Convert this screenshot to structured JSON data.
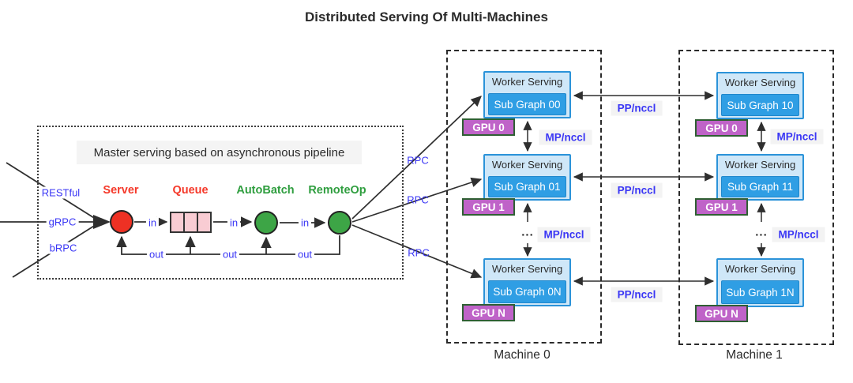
{
  "title": "Distributed Serving Of Multi-Machines",
  "master": {
    "heading": "Master serving based on asynchronous pipeline",
    "inputs": [
      {
        "label": "RESTful"
      },
      {
        "label": "gRPC"
      },
      {
        "label": "bRPC"
      }
    ],
    "nodes": {
      "server": "Server",
      "queue": "Queue",
      "autobatch": "AutoBatch",
      "remoteop": "RemoteOp"
    },
    "port_in": "in",
    "port_out": "out",
    "rpc": "RPC"
  },
  "cluster": {
    "pp_link": "PP/nccl",
    "mp_link": "MP/nccl",
    "ellipsis": "...",
    "machines": [
      {
        "name": "Machine 0",
        "workers": [
          {
            "title": "Worker Serving",
            "subgraph": "Sub Graph 00",
            "gpu": "GPU 0"
          },
          {
            "title": "Worker Serving",
            "subgraph": "Sub Graph 01",
            "gpu": "GPU 1"
          },
          {
            "title": "Worker Serving",
            "subgraph": "Sub Graph 0N",
            "gpu": "GPU N"
          }
        ]
      },
      {
        "name": "Machine 1",
        "workers": [
          {
            "title": "Worker Serving",
            "subgraph": "Sub Graph 10",
            "gpu": "GPU 0"
          },
          {
            "title": "Worker Serving",
            "subgraph": "Sub Graph 11",
            "gpu": "GPU 1"
          },
          {
            "title": "Worker Serving",
            "subgraph": "Sub Graph 1N",
            "gpu": "GPU N"
          }
        ]
      }
    ]
  },
  "colors": {
    "blue_label": "#3a36f5",
    "red_text": "#f5392a",
    "green_text": "#2f9e3f",
    "server_fill": "#ee3124",
    "op_fill": "#3da546",
    "worker_fill": "#cfe7f8",
    "worker_border": "#2b93d9",
    "subgraph_fill": "#2f9ee4",
    "gpu_fill": "#bf63c8",
    "gpu_border": "#2f5f33",
    "queue_fill": "#f9ccd3",
    "label_bg": "#f3f3f3",
    "line": "#2f2f2f"
  }
}
